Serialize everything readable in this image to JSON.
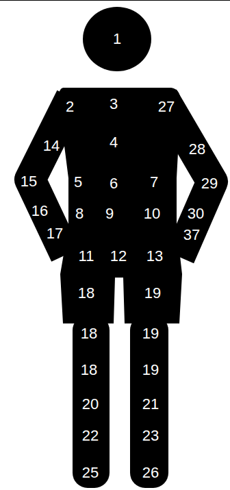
{
  "diagram": {
    "labels": [
      "1",
      "2",
      "3",
      "27",
      "14",
      "4",
      "28",
      "15",
      "5",
      "6",
      "7",
      "29",
      "16",
      "8",
      "9",
      "10",
      "30",
      "17",
      "37",
      "11",
      "12",
      "13",
      "18",
      "19",
      "18",
      "19",
      "18",
      "19",
      "20",
      "21",
      "22",
      "23",
      "25",
      "26"
    ]
  }
}
